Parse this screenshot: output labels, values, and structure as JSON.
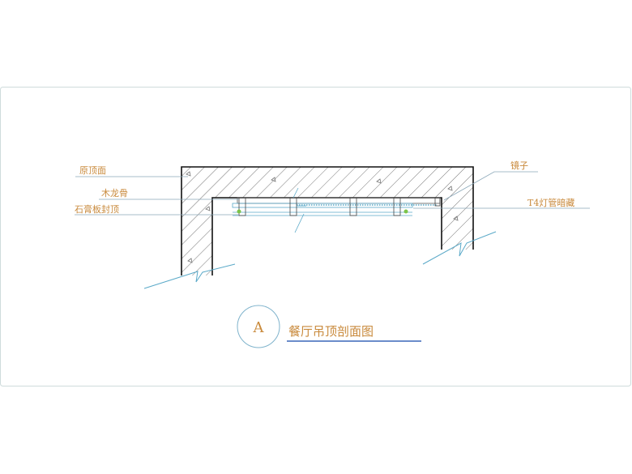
{
  "drawing": {
    "labels": {
      "original_ceiling": "原顶面",
      "wood_keel": "木龙骨",
      "gypsum_board": "石膏板封顶",
      "mirror": "镜子",
      "t4_lamp": "T4灯管暗藏"
    },
    "section_mark": "A",
    "title": "餐厅吊顶剖面图"
  },
  "colors": {
    "frame": "#cfdcdc",
    "leader": "#8aa7b8",
    "label": "#c98a3c",
    "structure": "#111111",
    "hatch": "#444444",
    "cyan": "#5aa9c8",
    "lamp": "#7cc44a",
    "title_line": "#3a67b8"
  }
}
